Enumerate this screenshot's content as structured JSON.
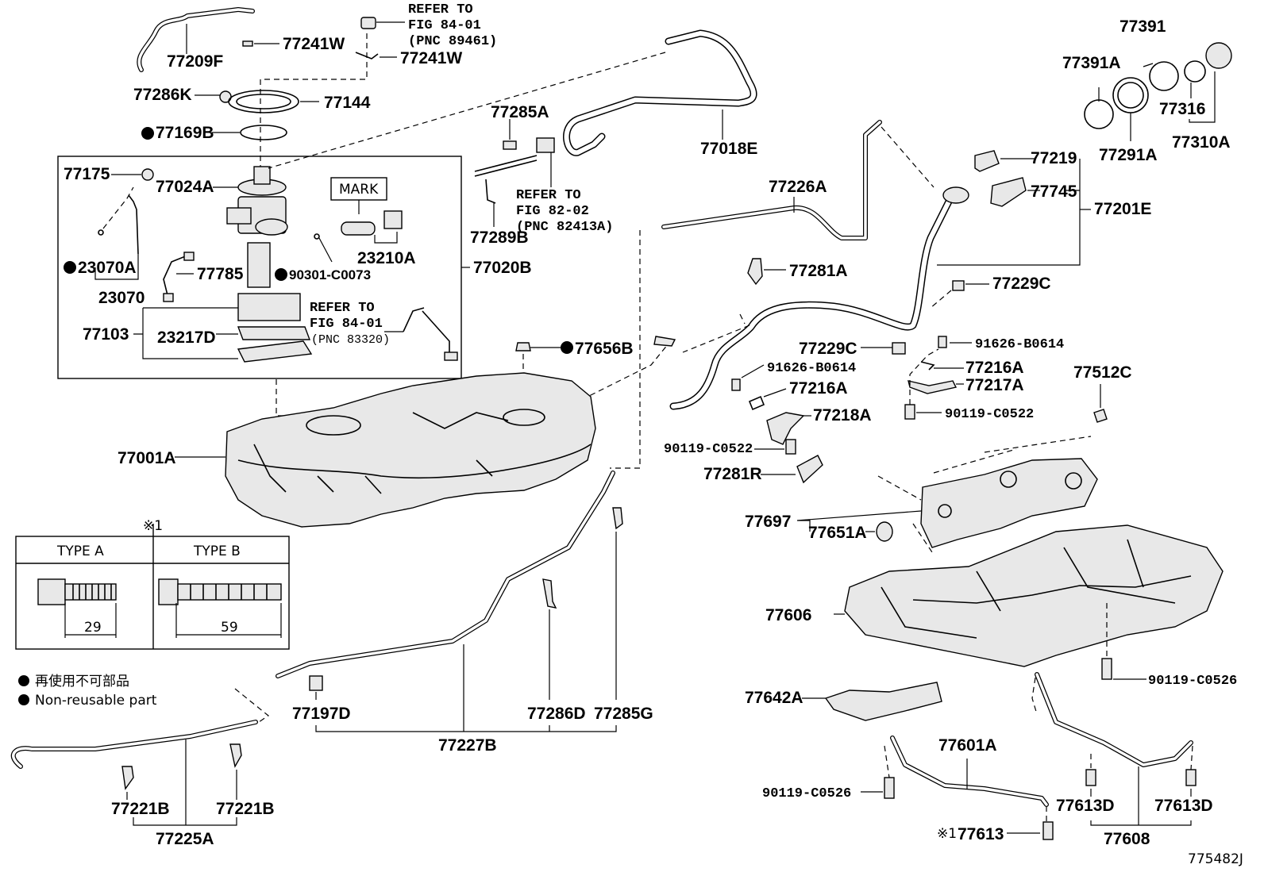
{
  "figure_code": "775482J",
  "parts": {
    "p77209F": "77209F",
    "p77241W_a": "77241W",
    "p77241W_b": "77241W",
    "p77286K": "77286K",
    "p77144": "77144",
    "p77169B": "77169B",
    "p77175": "77175",
    "p77024A": "77024A",
    "p23070A": "23070A",
    "p23070": "23070",
    "p77785": "77785",
    "p90301": "90301-C0073",
    "p23210A": "23210A",
    "p77020B": "77020B",
    "p77103": "77103",
    "p23217D": "23217D",
    "p77285A": "77285A",
    "p77289B": "77289B",
    "p77018E": "77018E",
    "p77226A": "77226A",
    "p77281A": "77281A",
    "p77656B": "77656B",
    "p77001A": "77001A",
    "p77391": "77391",
    "p77391A": "77391A",
    "p77316": "77316",
    "p77291A": "77291A",
    "p77310A": "77310A",
    "p77219": "77219",
    "p77745": "77745",
    "p77201E": "77201E",
    "p77229C_a": "77229C",
    "p77229C_b": "77229C",
    "p91626_a": "91626-B0614",
    "p91626_b": "91626-B0614",
    "p77216A_a": "77216A",
    "p77216A_b": "77216A",
    "p77217A": "77217A",
    "p90119_a": "90119-C0522",
    "p77218A": "77218A",
    "p90119_b": "90119-C0522",
    "p77281R": "77281R",
    "p77512C": "77512C",
    "p77697": "77697",
    "p77651A": "77651A",
    "p77606": "77606",
    "p90119_c": "90119-C0526",
    "p77642A": "77642A",
    "p77601A": "77601A",
    "p90119_d": "90119-C0526",
    "p77613": "77613",
    "p77613D_a": "77613D",
    "p77613D_b": "77613D",
    "p77608": "77608",
    "p77197D": "77197D",
    "p77286D": "77286D",
    "p77285G": "77285G",
    "p77227B": "77227B",
    "p77221B_a": "77221B",
    "p77221B_b": "77221B",
    "p77225A": "77225A"
  },
  "refs": {
    "ref1_l1": "REFER TO",
    "ref1_l2": "FIG 84-01",
    "ref1_l3": "(PNC 89461)",
    "ref2_l1": "REFER TO",
    "ref2_l2": "FIG 82-02",
    "ref2_l3": "(PNC 82413A)",
    "ref3_l1": "REFER TO",
    "ref3_l2": "FIG 84-01",
    "ref3_l3": "(PNC 83320)"
  },
  "mark_label": "MARK",
  "asterisk_note": "※1",
  "bolt_table": {
    "type_a": "TYPE A",
    "type_b": "TYPE B",
    "len_a": "29",
    "len_b": "59"
  },
  "legend": {
    "line_jp": "再使用不可部品",
    "line_en": "Non-reusable part"
  }
}
